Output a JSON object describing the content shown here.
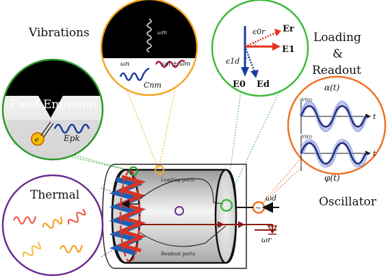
{
  "labels": {
    "vibrations": "Vibrations",
    "loading": "Loading",
    "ampersand": "&",
    "readout": "Readout",
    "field_emission": "Field Emission",
    "thermal": "Thermal",
    "oscillator": "Oscillator",
    "loading_ports": "Loading ports",
    "readout_ports": "Readout ports"
  },
  "math": {
    "omega_m": "ωm",
    "omega_n": "ωn",
    "omega_n_pm": "ωn ± ωm",
    "C_n_m": "Cnm",
    "electron": "e",
    "E_pk": "Epk",
    "E_r": "Er",
    "E_1": "E1",
    "E_0": "E0",
    "E_d": "Ed",
    "eps_0r": "ϵ0r",
    "eps_1d": "ϵ1d",
    "alpha_t": "α(t)",
    "phi_t": "φ(t)",
    "t": "t",
    "V0_t": "V0(t)",
    "omega_d": "ωd",
    "omega_r": "ωr"
  },
  "colors": {
    "vibrations_ring": "#f5a623",
    "loading_ring": "#3cb93c",
    "field_emission_ring": "#2a9a2a",
    "thermal_ring": "#6a2c91",
    "oscillator_ring": "#f07020",
    "readout_line": "#8b1a0e",
    "field_arrow_red": "#e8301c",
    "field_arrow_blue": "#1a3a9c"
  }
}
